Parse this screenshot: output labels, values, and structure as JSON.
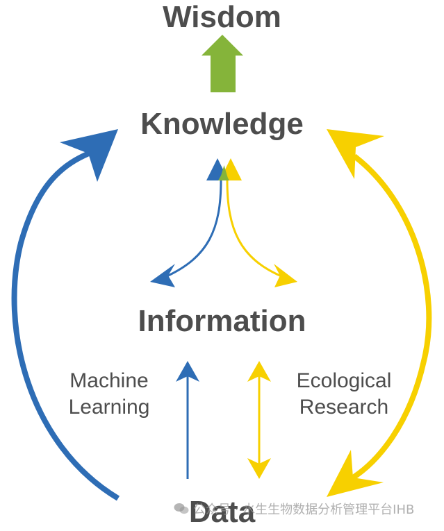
{
  "nodes": {
    "wisdom": "Wisdom",
    "knowledge": "Knowledge",
    "information": "Information",
    "data": "Data"
  },
  "labels": {
    "machine_learning": [
      "Machine",
      "Learning"
    ],
    "ecological_research": [
      "Ecological",
      "Research"
    ]
  },
  "watermark": "公众号 · 水生生物数据分析管理平台IHB",
  "colors": {
    "blue": "#2e6db5",
    "yellow": "#f7d000",
    "green": "#85b43a",
    "text": "#4d4d4d"
  }
}
